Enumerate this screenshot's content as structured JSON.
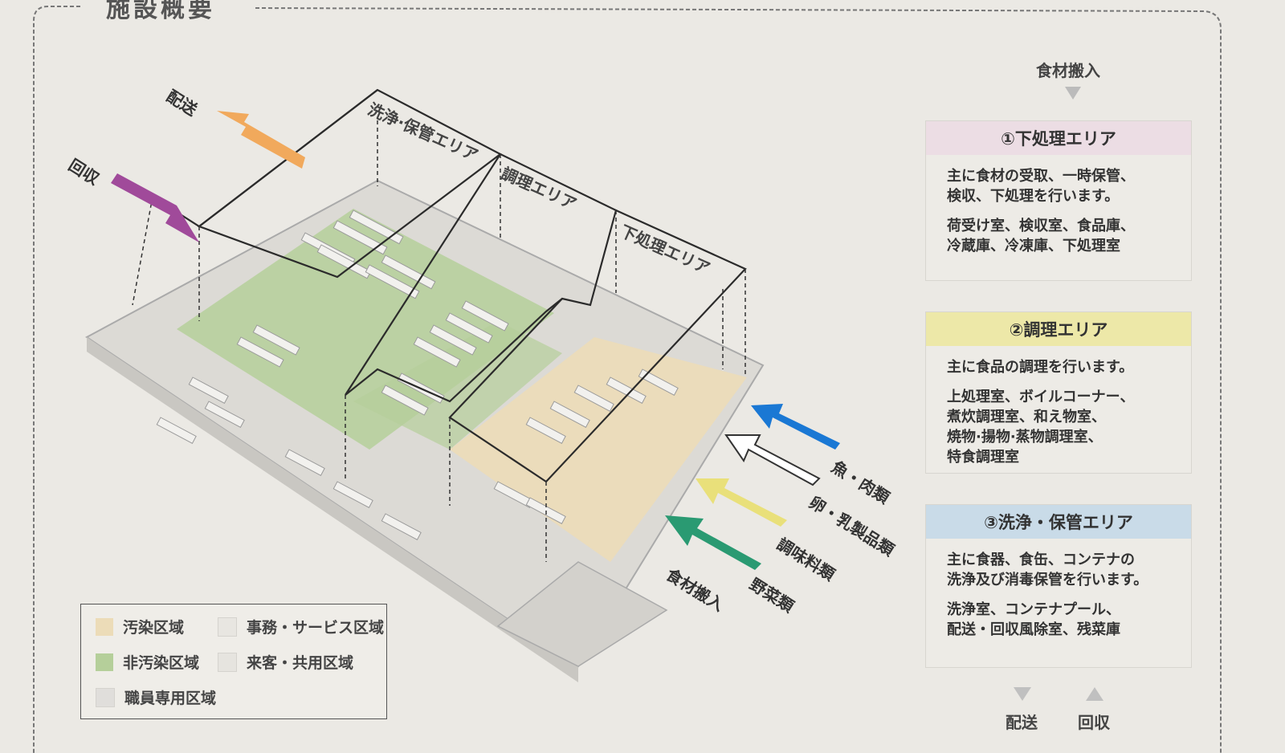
{
  "section_title": "施設概要",
  "arrows": {
    "delivery": "配送",
    "collection": "回収",
    "ingredients_in": "食材搬入"
  },
  "ingredient_flows": [
    {
      "label": "魚・肉類",
      "color": "#1a78d4"
    },
    {
      "label": "卵・乳製品類",
      "color": "#ffffff"
    },
    {
      "label": "調味料類",
      "color": "#e9e07a"
    },
    {
      "label": "野菜類",
      "color": "#2a9a72"
    }
  ],
  "area_labels": {
    "wash": "洗浄·保管エリア",
    "cook": "調理エリア",
    "prep": "下処理エリア"
  },
  "legend": [
    {
      "label": "汚染区域",
      "color": "#ecdcb8"
    },
    {
      "label": "事務・サービス区域",
      "color": "#e8e6e1"
    },
    {
      "label": "非汚染区域",
      "color": "#b5cf9a"
    },
    {
      "label": "来客・共用区域",
      "color": "#e6e4df"
    },
    {
      "label": "職員専用区域",
      "color": "#e0dedb"
    }
  ],
  "flow_top": "食材搬入",
  "panels": [
    {
      "title": "①下処理エリア",
      "head_color": "#ecdde4",
      "desc": [
        "主に食材の受取、一時保管、",
        "検収、下処理を行います。"
      ],
      "rooms": [
        "荷受け室、検収室、食品庫、",
        "冷蔵庫、冷凍庫、下処理室"
      ]
    },
    {
      "title": "②調理エリア",
      "head_color": "#ede8a8",
      "desc": [
        "主に食品の調理を行います。"
      ],
      "rooms": [
        "上処理室、ボイルコーナー、",
        "煮炊調理室、和え物室、",
        "焼物·揚物·蒸物調理室、",
        "特食調理室"
      ]
    },
    {
      "title": "③洗浄・保管エリア",
      "head_color": "#c9dbe8",
      "desc": [
        "主に食器、食缶、コンテナの",
        "洗浄及び消毒保管を行います。"
      ],
      "rooms": [
        "洗浄室、コンテナプール、",
        "配送・回収風除室、残菜庫"
      ]
    }
  ],
  "bottom_flow": {
    "delivery": "配送",
    "collection": "回収"
  }
}
